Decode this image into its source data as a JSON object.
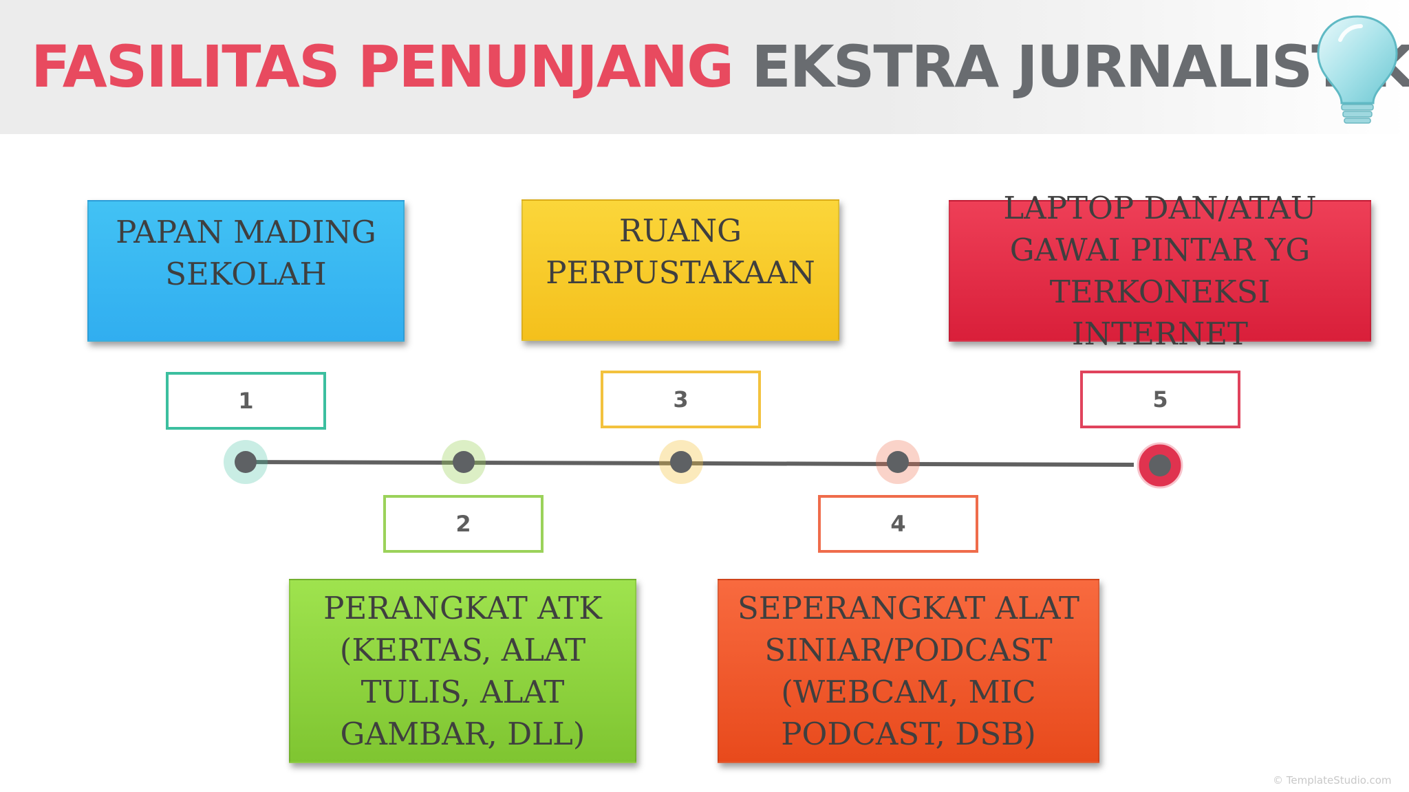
{
  "title": {
    "part1": "FASILITAS PENUNJANG",
    "part2": "EKSTRA JURNALISTIK"
  },
  "colors": {
    "title_pink": "#e84a5f",
    "title_grey": "#696c70",
    "teal": "#3cbf9f",
    "green": "#9bd25a",
    "yellow": "#f3c23e",
    "orange": "#ef6c4b",
    "red": "#e0435c",
    "timeline_line": "#606060"
  },
  "items": [
    {
      "number": "1",
      "label": "PAPAN MADING\nSEKOLAH",
      "color": "blue"
    },
    {
      "number": "2",
      "label": "PERANGKAT ATK\n(KERTAS, ALAT\nTULIS, ALAT\nGAMBAR, DLL)",
      "color": "green"
    },
    {
      "number": "3",
      "label": "RUANG\nPERPUSTAKAAN",
      "color": "yellow"
    },
    {
      "number": "4",
      "label": "SEPERANGKAT ALAT\nSINIAR/PODCAST\n(WEBCAM, MIC\nPODCAST, DSB)",
      "color": "orange"
    },
    {
      "number": "5",
      "label": "LAPTOP DAN/ATAU\nGAWAI PINTAR YG\nTERKONEKSI INTERNET",
      "color": "red"
    }
  ],
  "icons": {
    "decoration": "lightbulb-icon"
  },
  "watermark": "© TemplateStudio.com"
}
